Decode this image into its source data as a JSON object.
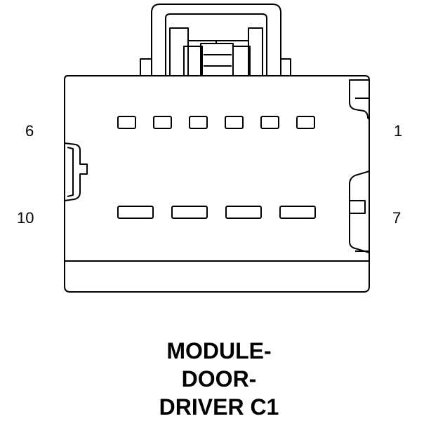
{
  "connector": {
    "pin_labels": {
      "top_left": "6",
      "top_right": "1",
      "bottom_left": "10",
      "bottom_right": "7"
    },
    "title_lines": [
      "MODULE-",
      "DOOR-",
      "DRIVER C1"
    ],
    "top_row_cavity_count": 6,
    "bottom_row_cavity_count": 4
  }
}
